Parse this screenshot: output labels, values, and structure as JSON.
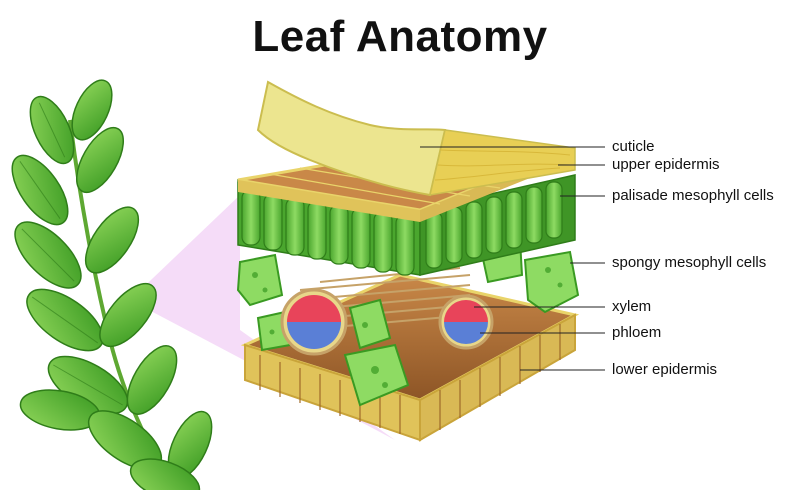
{
  "title": "Leaf Anatomy",
  "labels": {
    "cuticle": "cuticle",
    "upper_epidermis": "upper epidermis",
    "palisade": "palisade mesophyll cells",
    "spongy": "spongy mesophyll cells",
    "xylem": "xylem",
    "phloem": "phloem",
    "lower_epidermis": "lower epidermis"
  },
  "colors": {
    "leaf_green": "#5cb531",
    "leaf_dark": "#2f7d19",
    "cuticle": "#ece58f",
    "wood": "#b8743a",
    "xylem_red": "#e8445a",
    "phloem_blue": "#5a7fd6",
    "zoom_pink": "#f3d6f7"
  }
}
